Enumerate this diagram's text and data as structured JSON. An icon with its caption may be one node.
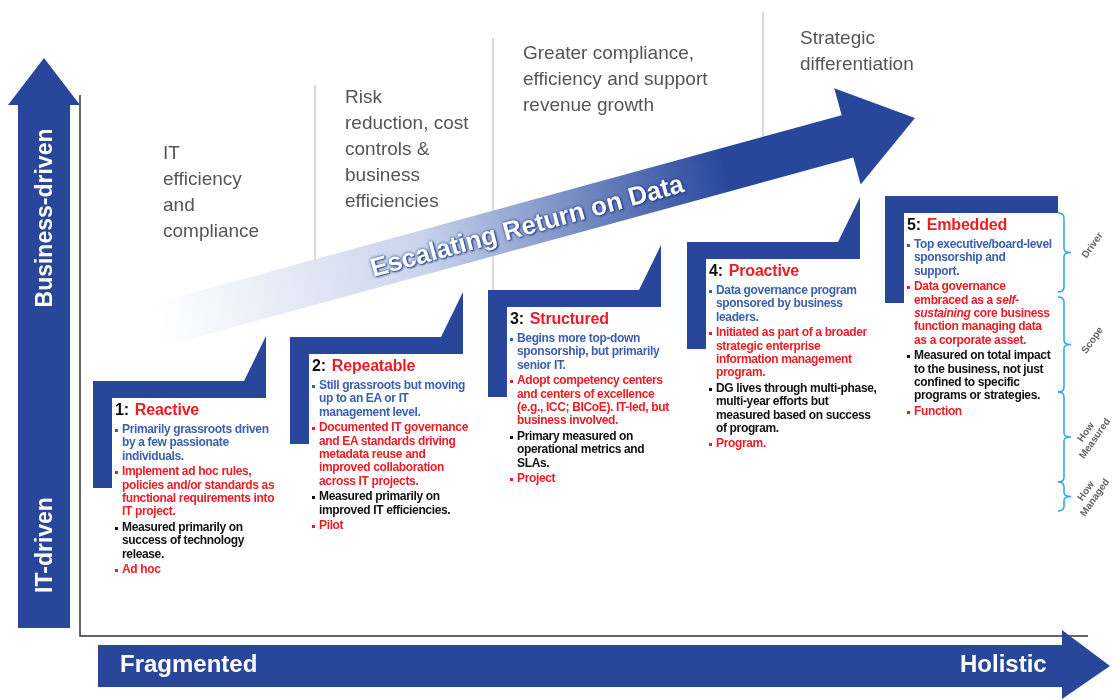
{
  "diagram": {
    "nodes": [
      {
        "text": [
          "1:",
          "Reactive",
          "Primarily grassroots driven by a few passionate individuals.",
          "Implement ad hoc rules, policies and/or standards as functional requirements into IT project.",
          "Measured primarily on success of technology release.",
          "Ad hoc"
        ]
      },
      {
        "text": [
          "2:",
          "Repeatable",
          "Still grassroots but moving up to an EA or IT management level.",
          "Documented IT governance and EA standards driving metadata reuse and improved collaboration across IT projects.",
          "Measured primarily on improved IT efficiencies.",
          "Pilot"
        ]
      },
      {
        "text": [
          "3:",
          "Structured",
          "Begins more top-down sponsorship, but primarily senior IT.",
          "Adopt competency centers and centers of excellence (e.g., ICC; BICoE). IT-led, but business involved.",
          "Primary measured on operational metrics and SLAs.",
          "Project"
        ]
      },
      {
        "text": [
          "4:",
          "Proactive",
          "Data governance program sponsored by business leaders.",
          "Initiated as part of a broader strategic enterprise information management program.",
          "DG lives through multi-phase, multi-year efforts but measured based on success of program.",
          "Program."
        ]
      },
      {
        "text": [
          "5:",
          "Embedded",
          "Top executive/board-level sponsorship and support.",
          "Data governance embraced as a *self-sustaining* core business function managing data as a corporate asset.",
          "Measured on total impact to the business, not just confined to specific programs or strategies.",
          "Function"
        ]
      }
    ],
    "labels": [
      "IT efficiency and compliance",
      "Risk reduction, cost controls & business efficiencies",
      "Greater compliance, efficiency and support revenue growth",
      "Strategic differentiation",
      "Business-driven",
      "IT-driven",
      "Fragmented",
      "Holistic",
      "Escalating Return on Data",
      "Driver",
      "Scope",
      "How Measured",
      "How Managed"
    ]
  }
}
